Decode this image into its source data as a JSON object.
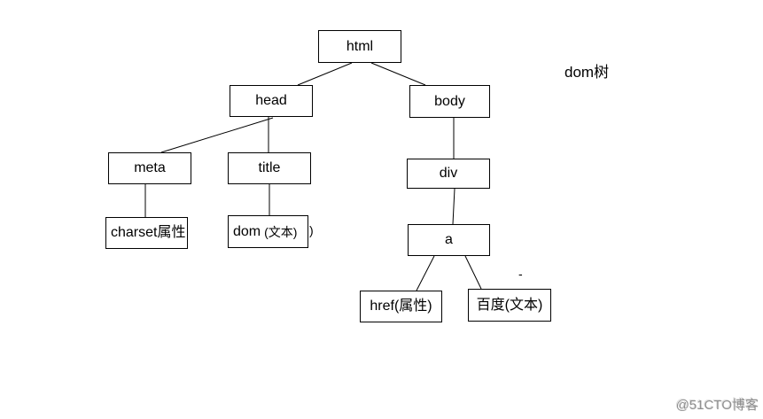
{
  "caption": "dom树",
  "nodes": {
    "html": "html",
    "head": "head",
    "body": "body",
    "meta": "meta",
    "title": "title",
    "div": "div",
    "a": "a",
    "charset_attr": "charset属性",
    "dom_text_main": "dom",
    "dom_text_suffix": "(文本)",
    "href_attr": "href(属性)",
    "baidu_text": "百度(文本)"
  },
  "annotations": {
    "stray_paren": ")",
    "dash": "-"
  },
  "watermark": "@51CTO博客",
  "colors": {
    "background": "#ffffff",
    "line": "#000000",
    "text": "#000000",
    "watermark": "#8f8f8f"
  }
}
